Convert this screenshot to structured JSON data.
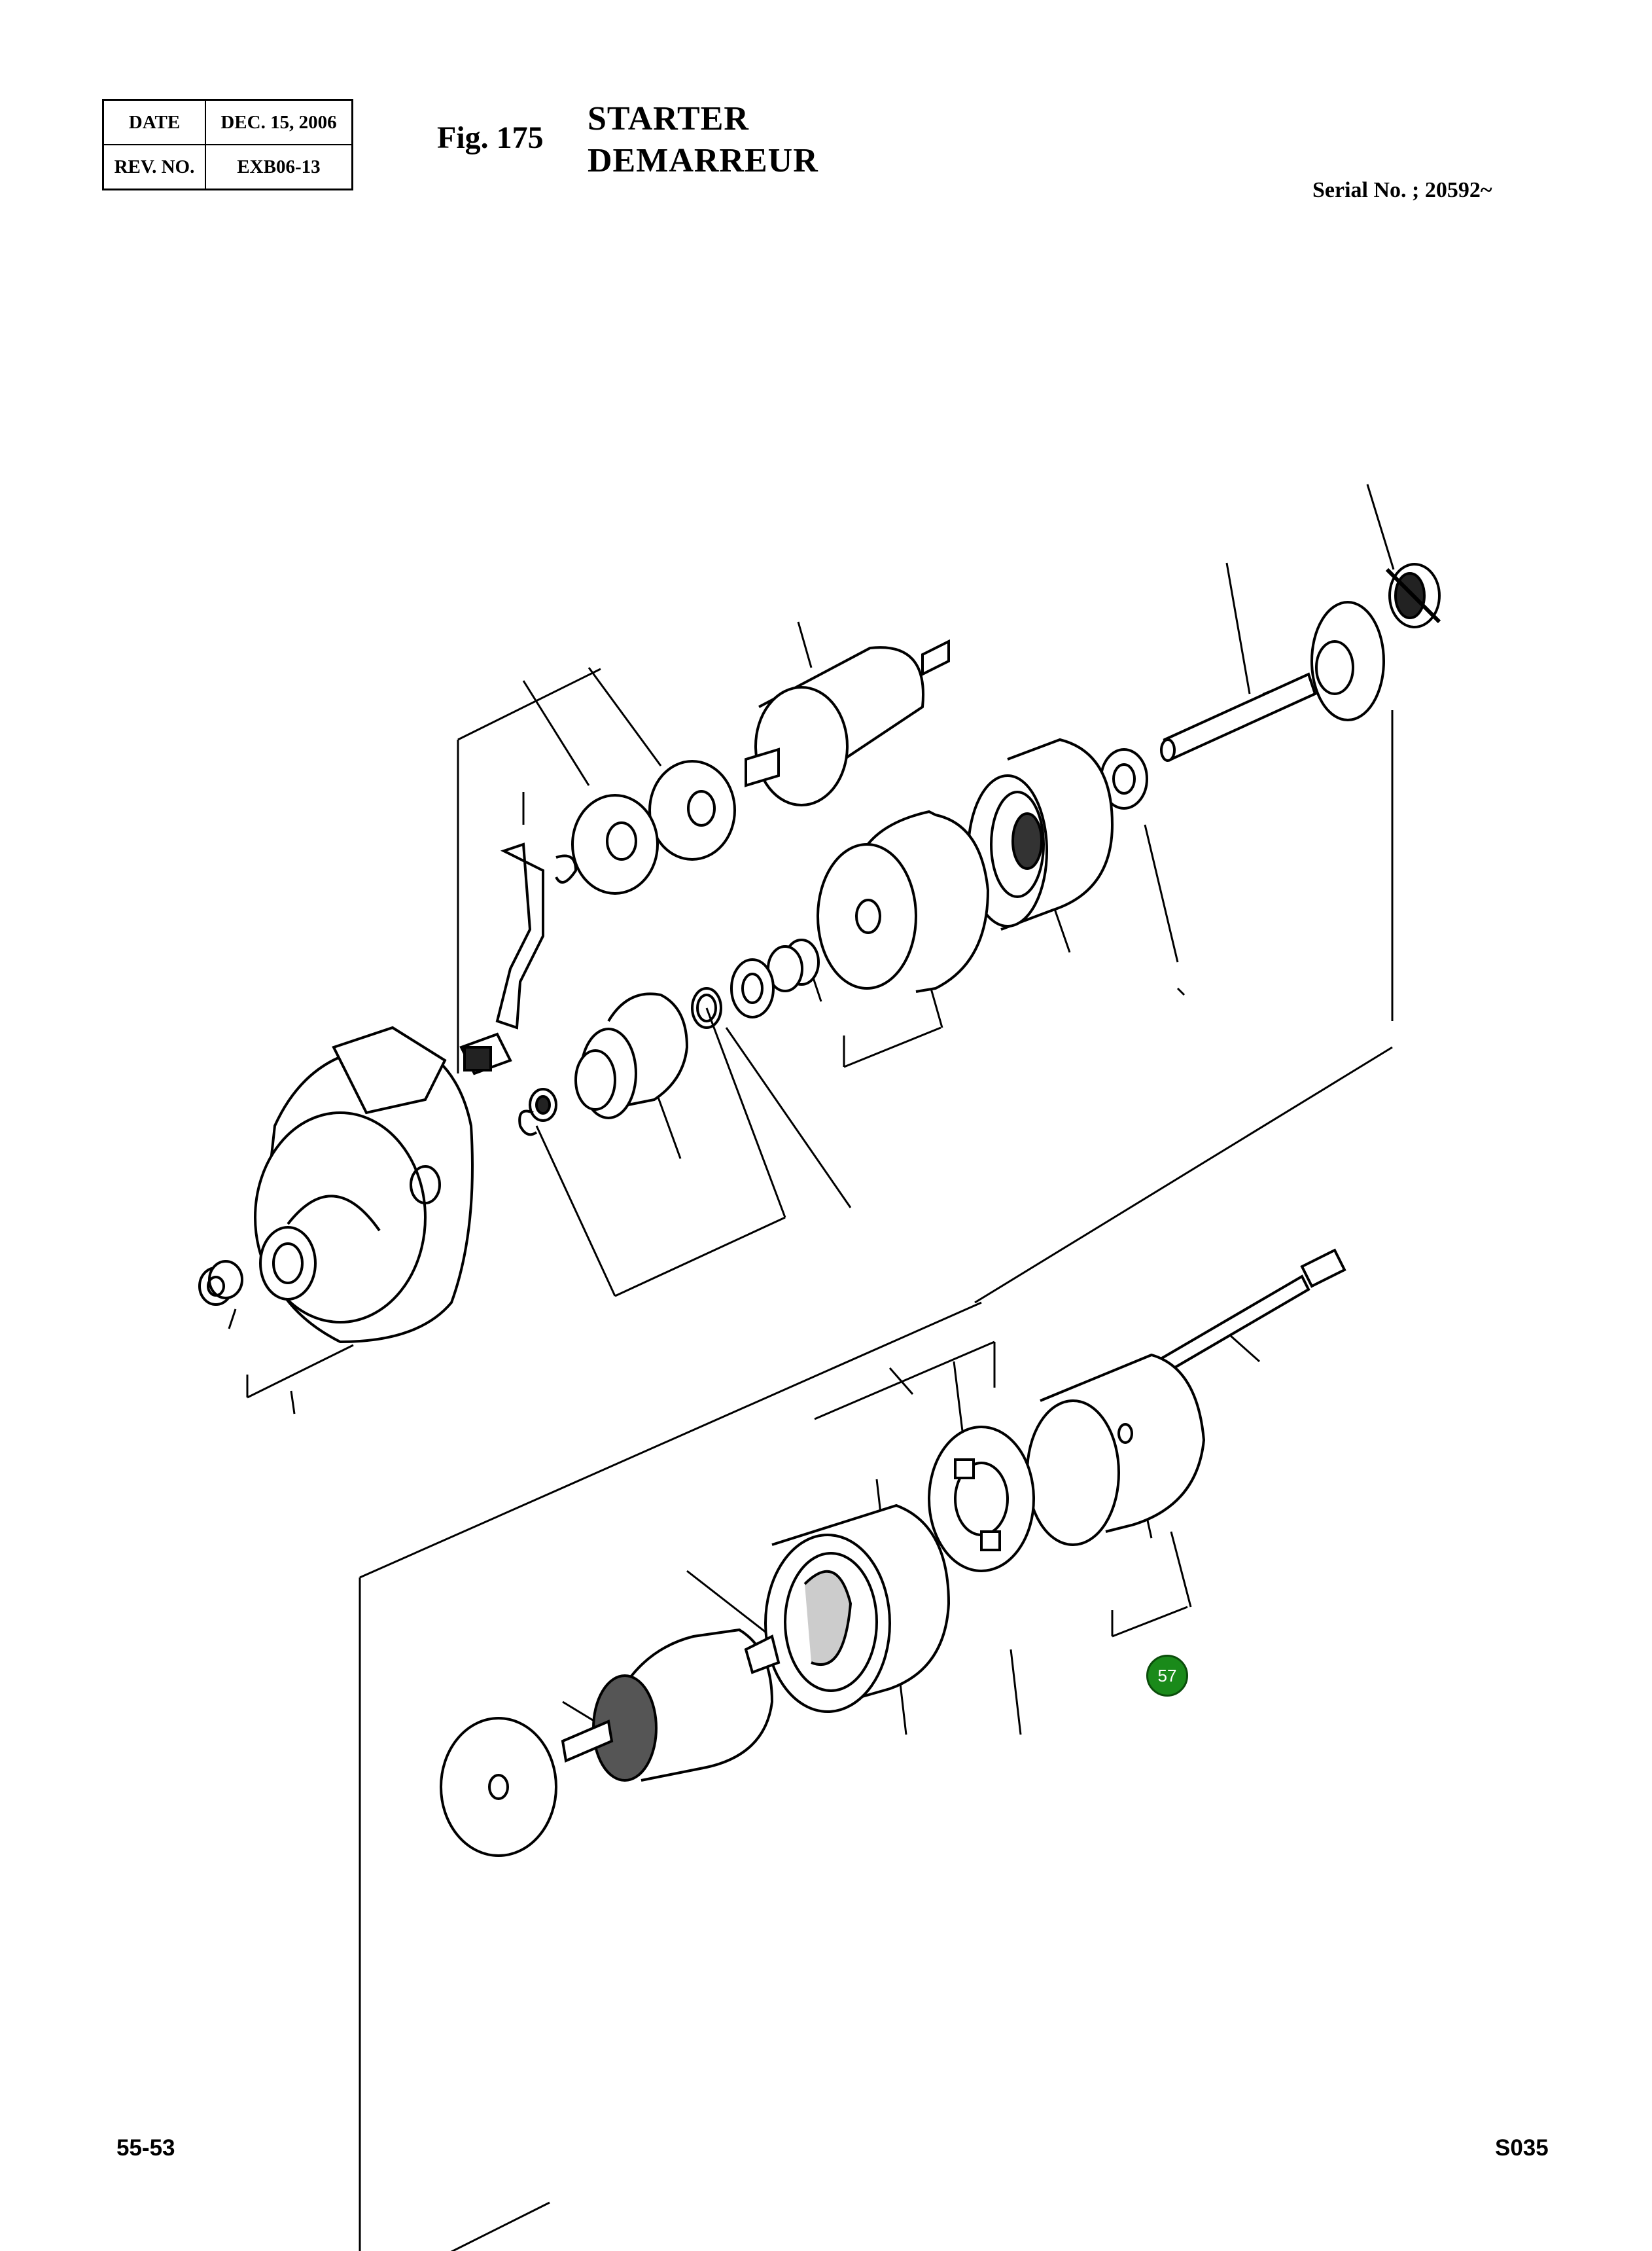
{
  "header": {
    "date_label": "DATE",
    "date_value": "DEC. 15, 2006",
    "rev_label": "REV. NO.",
    "rev_value": "EXB06-13"
  },
  "figure": {
    "number": "Fig. 175",
    "title_en": "STARTER",
    "title_fr": "DEMARREUR",
    "serial": "Serial No. ; 20592~"
  },
  "callouts": [
    {
      "label": "57",
      "color": "#1a8a1a"
    }
  ],
  "footer": {
    "page": "55-53",
    "code": "S035"
  }
}
